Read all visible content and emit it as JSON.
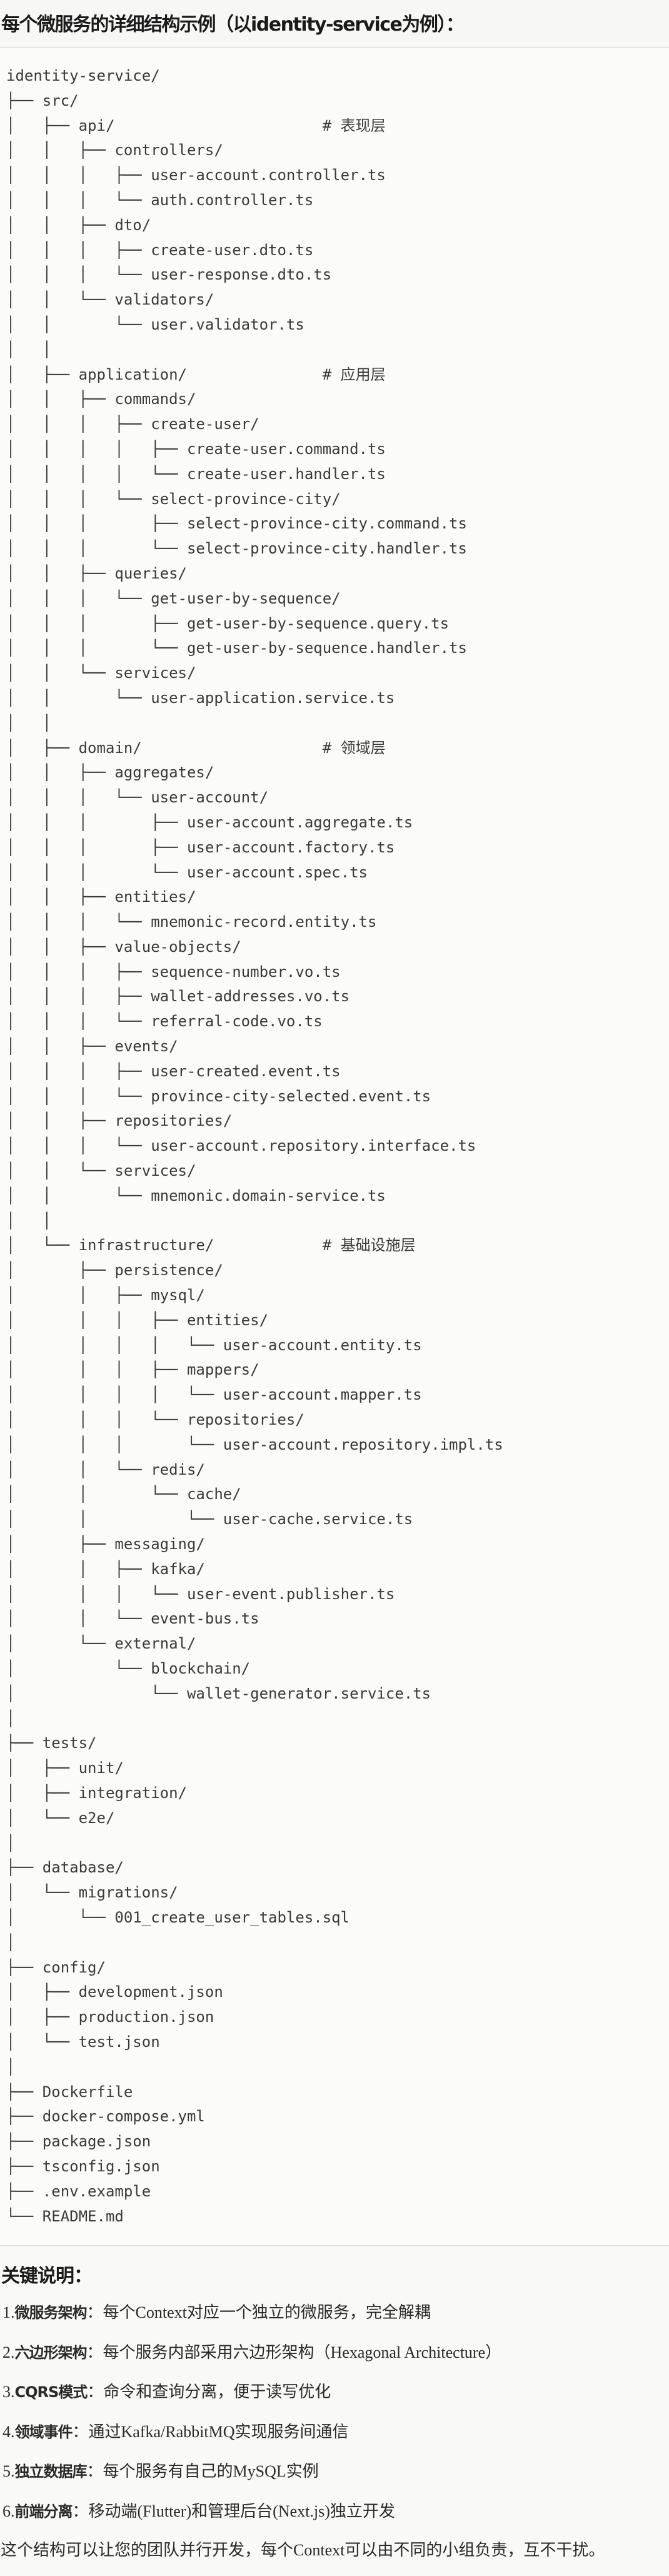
{
  "title": "每个微服务的详细结构示例（以identity-service为例）：",
  "tree_lines": [
    "identity-service/",
    "├── src/",
    "│   ├── api/                       # 表现层",
    "│   │   ├── controllers/",
    "│   │   │   ├── user-account.controller.ts",
    "│   │   │   └── auth.controller.ts",
    "│   │   ├── dto/",
    "│   │   │   ├── create-user.dto.ts",
    "│   │   │   └── user-response.dto.ts",
    "│   │   └── validators/",
    "│   │       └── user.validator.ts",
    "│   │",
    "│   ├── application/               # 应用层",
    "│   │   ├── commands/",
    "│   │   │   ├── create-user/",
    "│   │   │   │   ├── create-user.command.ts",
    "│   │   │   │   └── create-user.handler.ts",
    "│   │   │   └── select-province-city/",
    "│   │   │       ├── select-province-city.command.ts",
    "│   │   │       └── select-province-city.handler.ts",
    "│   │   ├── queries/",
    "│   │   │   └── get-user-by-sequence/",
    "│   │   │       ├── get-user-by-sequence.query.ts",
    "│   │   │       └── get-user-by-sequence.handler.ts",
    "│   │   └── services/",
    "│   │       └── user-application.service.ts",
    "│   │",
    "│   ├── domain/                    # 领域层",
    "│   │   ├── aggregates/",
    "│   │   │   └── user-account/",
    "│   │   │       ├── user-account.aggregate.ts",
    "│   │   │       ├── user-account.factory.ts",
    "│   │   │       └── user-account.spec.ts",
    "│   │   ├── entities/",
    "│   │   │   └── mnemonic-record.entity.ts",
    "│   │   ├── value-objects/",
    "│   │   │   ├── sequence-number.vo.ts",
    "│   │   │   ├── wallet-addresses.vo.ts",
    "│   │   │   └── referral-code.vo.ts",
    "│   │   ├── events/",
    "│   │   │   ├── user-created.event.ts",
    "│   │   │   └── province-city-selected.event.ts",
    "│   │   ├── repositories/",
    "│   │   │   └── user-account.repository.interface.ts",
    "│   │   └── services/",
    "│   │       └── mnemonic.domain-service.ts",
    "│   │",
    "│   └── infrastructure/            # 基础设施层",
    "│       ├── persistence/",
    "│       │   ├── mysql/",
    "│       │   │   ├── entities/",
    "│       │   │   │   └── user-account.entity.ts",
    "│       │   │   ├── mappers/",
    "│       │   │   │   └── user-account.mapper.ts",
    "│       │   │   └── repositories/",
    "│       │   │       └── user-account.repository.impl.ts",
    "│       │   └── redis/",
    "│       │       └── cache/",
    "│       │           └── user-cache.service.ts",
    "│       ├── messaging/",
    "│       │   ├── kafka/",
    "│       │   │   └── user-event.publisher.ts",
    "│       │   └── event-bus.ts",
    "│       └── external/",
    "│           └── blockchain/",
    "│               └── wallet-generator.service.ts",
    "│",
    "├── tests/",
    "│   ├── unit/",
    "│   ├── integration/",
    "│   └── e2e/",
    "│",
    "├── database/",
    "│   └── migrations/",
    "│       └── 001_create_user_tables.sql",
    "│",
    "├── config/",
    "│   ├── development.json",
    "│   ├── production.json",
    "│   └── test.json",
    "│",
    "├── Dockerfile",
    "├── docker-compose.yml",
    "├── package.json",
    "├── tsconfig.json",
    "├── .env.example",
    "└── README.md"
  ],
  "key_notes": {
    "heading": "关键说明：",
    "items": [
      {
        "num": "1.",
        "term": "微服务架构",
        "sep": "：",
        "desc": "每个Context对应一个独立的微服务，完全解耦"
      },
      {
        "num": "2.",
        "term": "六边形架构",
        "sep": "：",
        "desc": "每个服务内部采用六边形架构（Hexagonal Architecture）"
      },
      {
        "num": "3.",
        "term": "CQRS模式",
        "sep": "：",
        "desc": "命令和查询分离，便于读写优化"
      },
      {
        "num": "4.",
        "term": "领域事件",
        "sep": "：",
        "desc": "通过Kafka/RabbitMQ实现服务间通信"
      },
      {
        "num": "5.",
        "term": "独立数据库",
        "sep": "：",
        "desc": "每个服务有自己的MySQL实例"
      },
      {
        "num": "6.",
        "term": "前端分离",
        "sep": "：",
        "desc": "移动端(Flutter)和管理后台(Next.js)独立开发"
      }
    ],
    "closing": "这个结构可以让您的团队并行开发，每个Context可以由不同的小组负责，互不干扰。"
  }
}
